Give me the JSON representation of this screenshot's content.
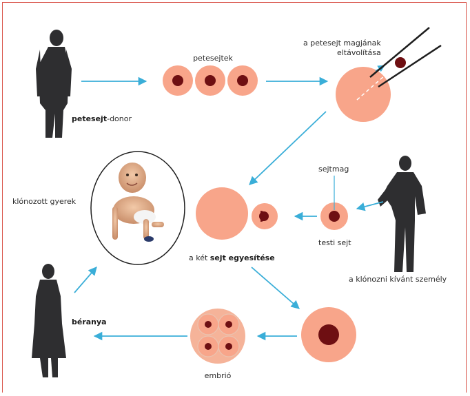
{
  "labels": {
    "petesejtek": "petesejtek",
    "nucleus_removal_line1": "a petesejt magjának",
    "nucleus_removal_line2": "eltávolítása",
    "donor_bold": "petesejt",
    "donor_rest": "-donor",
    "cloned_child": "klónozott gyerek",
    "nucleus": "sejtmag",
    "somatic_cell": "testi sejt",
    "fusion_pre": "a két ",
    "fusion_bold": "sejt egyesítése",
    "person_to_clone": "a klónozni kívánt személy",
    "surrogate": "béranya",
    "embryo": "embrió"
  },
  "colors": {
    "cell_fill": "#f8a58a",
    "nucleus_fill": "#6e0f12",
    "arrow": "#3aaed8",
    "silhouette": "#2e2e30",
    "frame": "#d9544a"
  },
  "icons": [
    "female-silhouette-icon",
    "male-silhouette-icon",
    "baby-photo",
    "pipette-icon"
  ]
}
